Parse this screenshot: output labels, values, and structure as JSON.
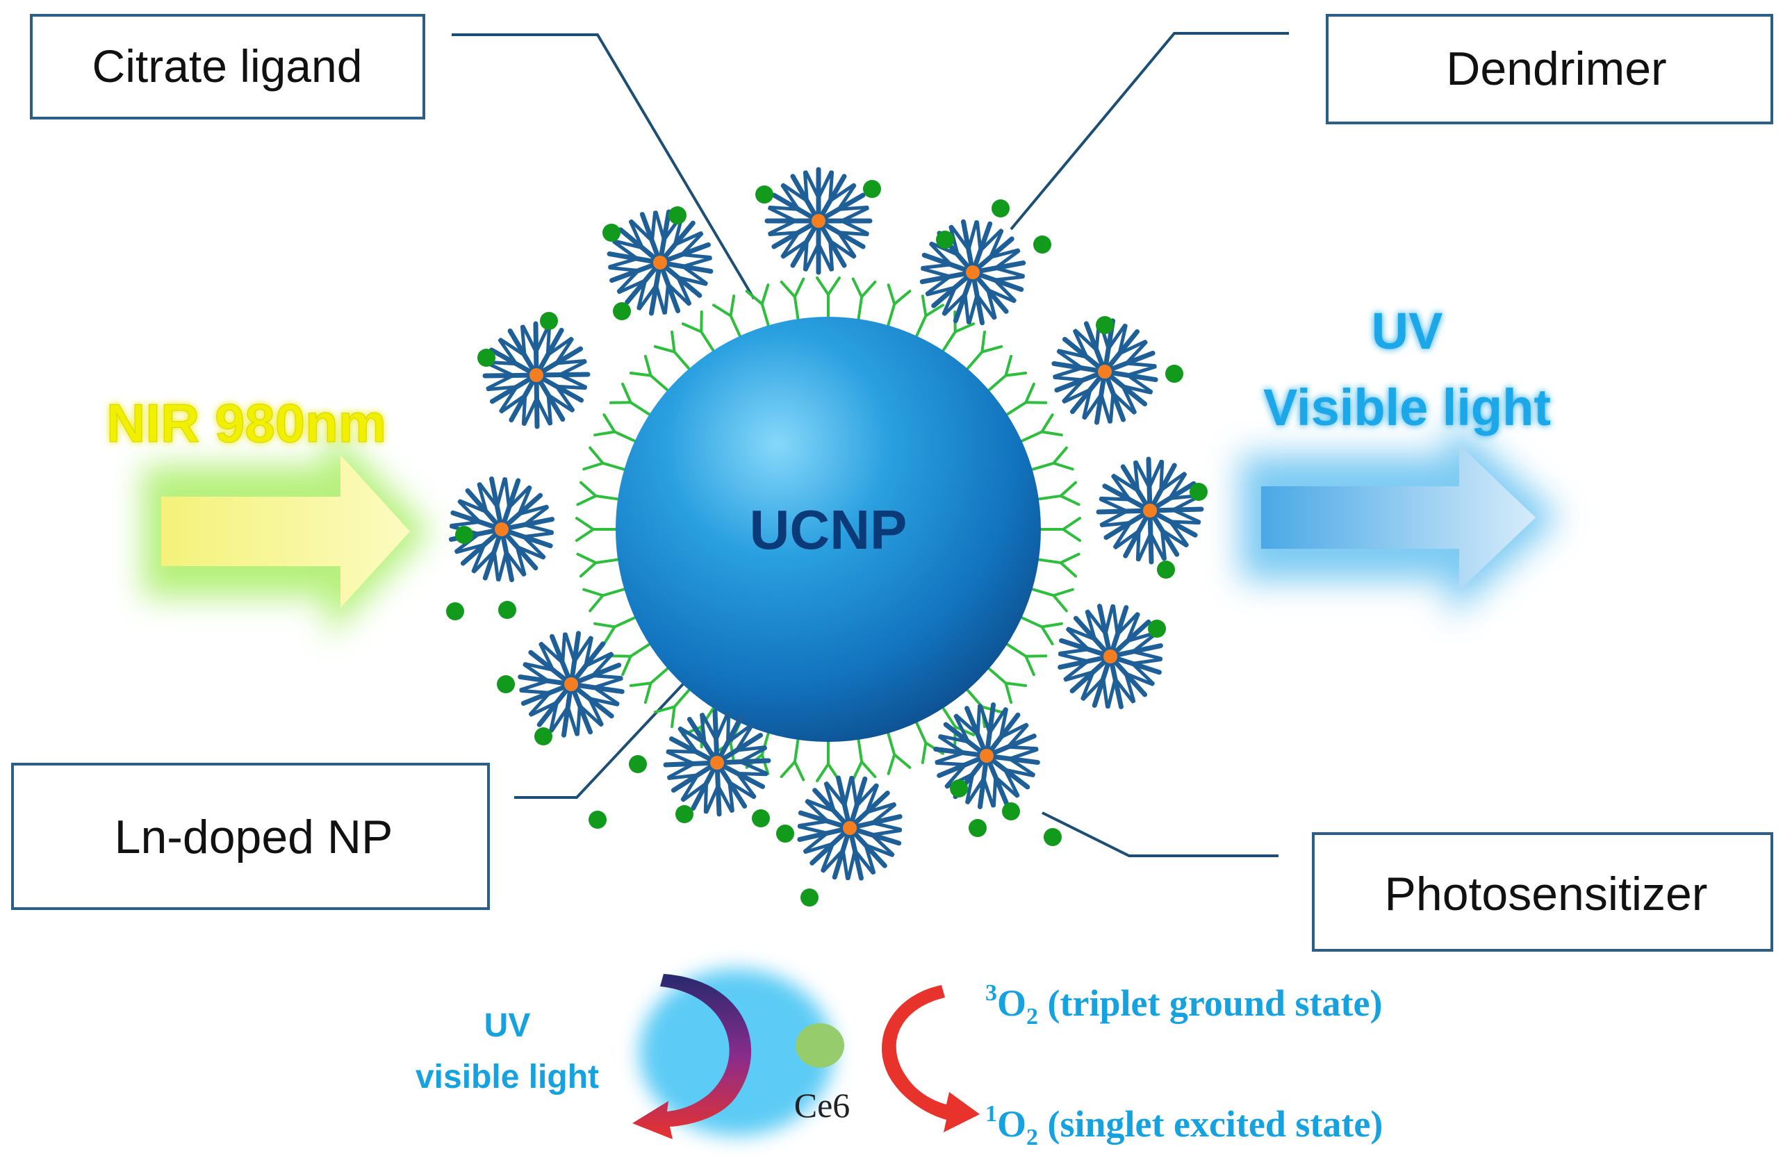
{
  "labels": {
    "citrate": "Citrate ligand",
    "dendrimer": "Dendrimer",
    "ln_doped": "Ln-doped NP",
    "photosensitizer": "Photosensitizer"
  },
  "core": "UCNP",
  "input": {
    "text": "NIR 980nm"
  },
  "output": {
    "line1": "UV",
    "line2": "Visible light"
  },
  "mechanism": {
    "uv": "UV",
    "visible": "visible light",
    "molecule": "Ce6",
    "triplet": {
      "sup": "3",
      "base": "O",
      "sub": "2",
      "desc": " (triplet ground state)"
    },
    "singlet": {
      "sup": "1",
      "base": "O",
      "sub": "2",
      "desc": " (singlet excited state)"
    }
  },
  "colors": {
    "label_border": "#2d5f86",
    "leader_line": "#1c4f73",
    "sphere_light": "#63c7f4",
    "sphere_mid": "#1a8ed6",
    "sphere_dark": "#0d4f8f",
    "core_text": "#0b3a78",
    "dendrimer": "#1f5f97",
    "dendrimer_core": "#f57f20",
    "ligand": "#2ebd3c",
    "photosensitizer": "#119a1c",
    "nir_text": "#f0f000",
    "nir_glow": "#aef06a",
    "uv_text": "#1aa8e8",
    "mechanism_text": "#16a1df",
    "red_arrow": "#e8322c",
    "ce6_dot": "#97cc6c"
  }
}
